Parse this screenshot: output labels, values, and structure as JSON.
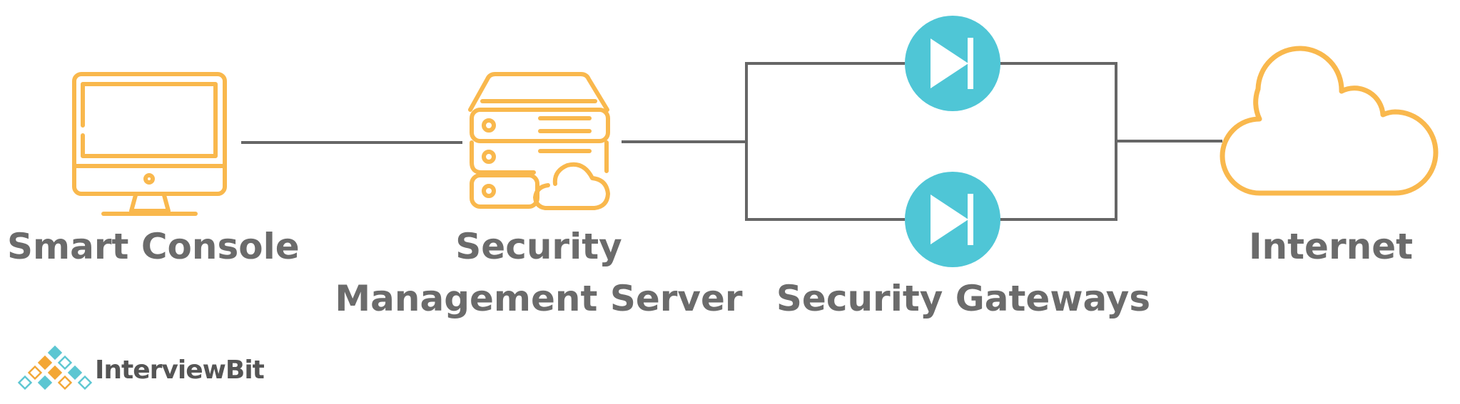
{
  "nodes": {
    "smart_console": {
      "label": "Smart Console"
    },
    "security_management_server": {
      "label_line1": "Security",
      "label_line2": "Management Server"
    },
    "security_gateways": {
      "label": "Security Gateways"
    },
    "internet": {
      "label": "Internet"
    }
  },
  "branding": {
    "logo_text": "InterviewBit"
  },
  "colors": {
    "icon_orange": "#f9b84d",
    "gateway_teal": "#4fc6d6",
    "line_gray": "#666666",
    "text_gray": "#6b6b6b",
    "logo_orange": "#f3a634",
    "logo_teal": "#5cc6d2"
  },
  "icons": {
    "smart_console": "monitor-icon",
    "security_management_server": "server-cloud-icon",
    "gateway": "diode-gateway-icon",
    "internet": "cloud-icon",
    "logo": "diamond-grid-logo-icon"
  }
}
